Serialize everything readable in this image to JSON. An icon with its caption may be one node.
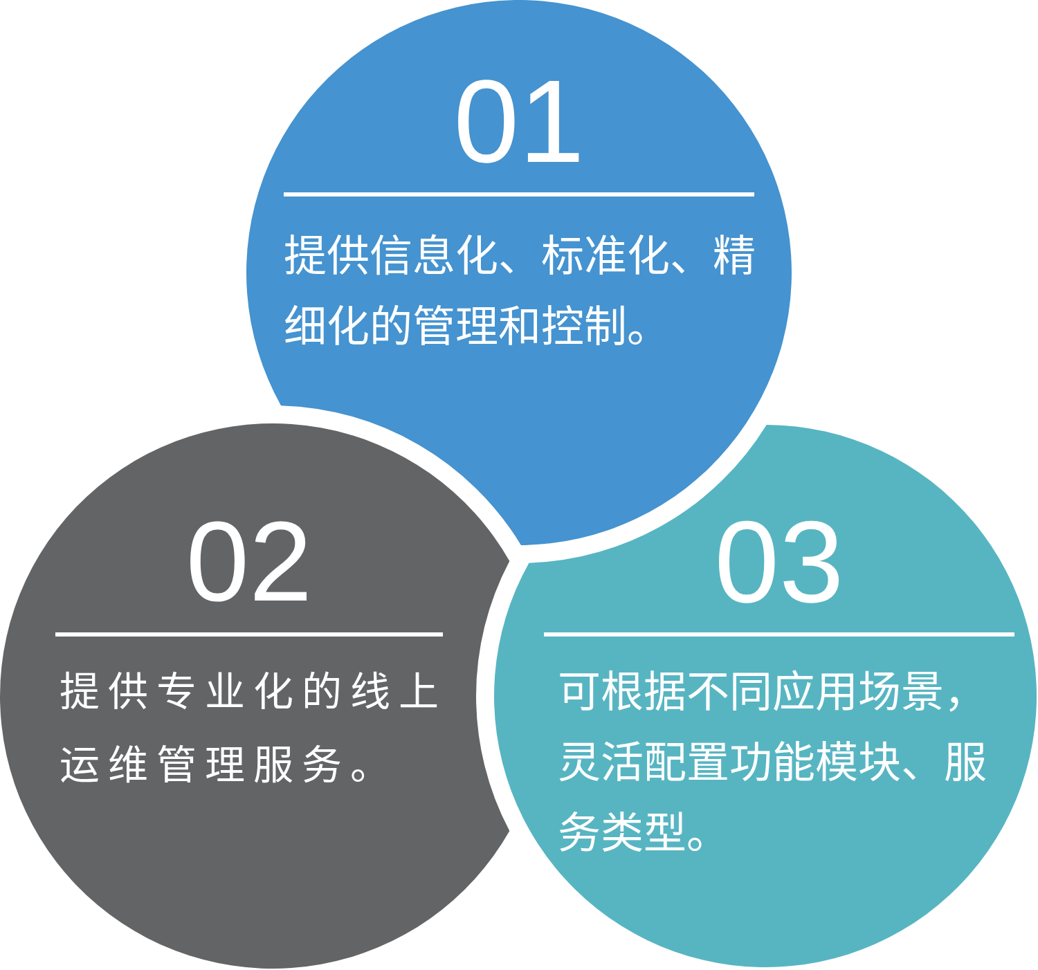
{
  "diagram": {
    "nodes": [
      {
        "text": [
          "01",
          "提供信息化、标准化、精细化的管理和控制。"
        ]
      },
      {
        "text": [
          "02",
          "提供专业化的线上运维管理服务。"
        ]
      },
      {
        "text": [
          "03",
          "可根据不同应用场景，灵活配置功能模块、服务类型。"
        ]
      }
    ]
  }
}
